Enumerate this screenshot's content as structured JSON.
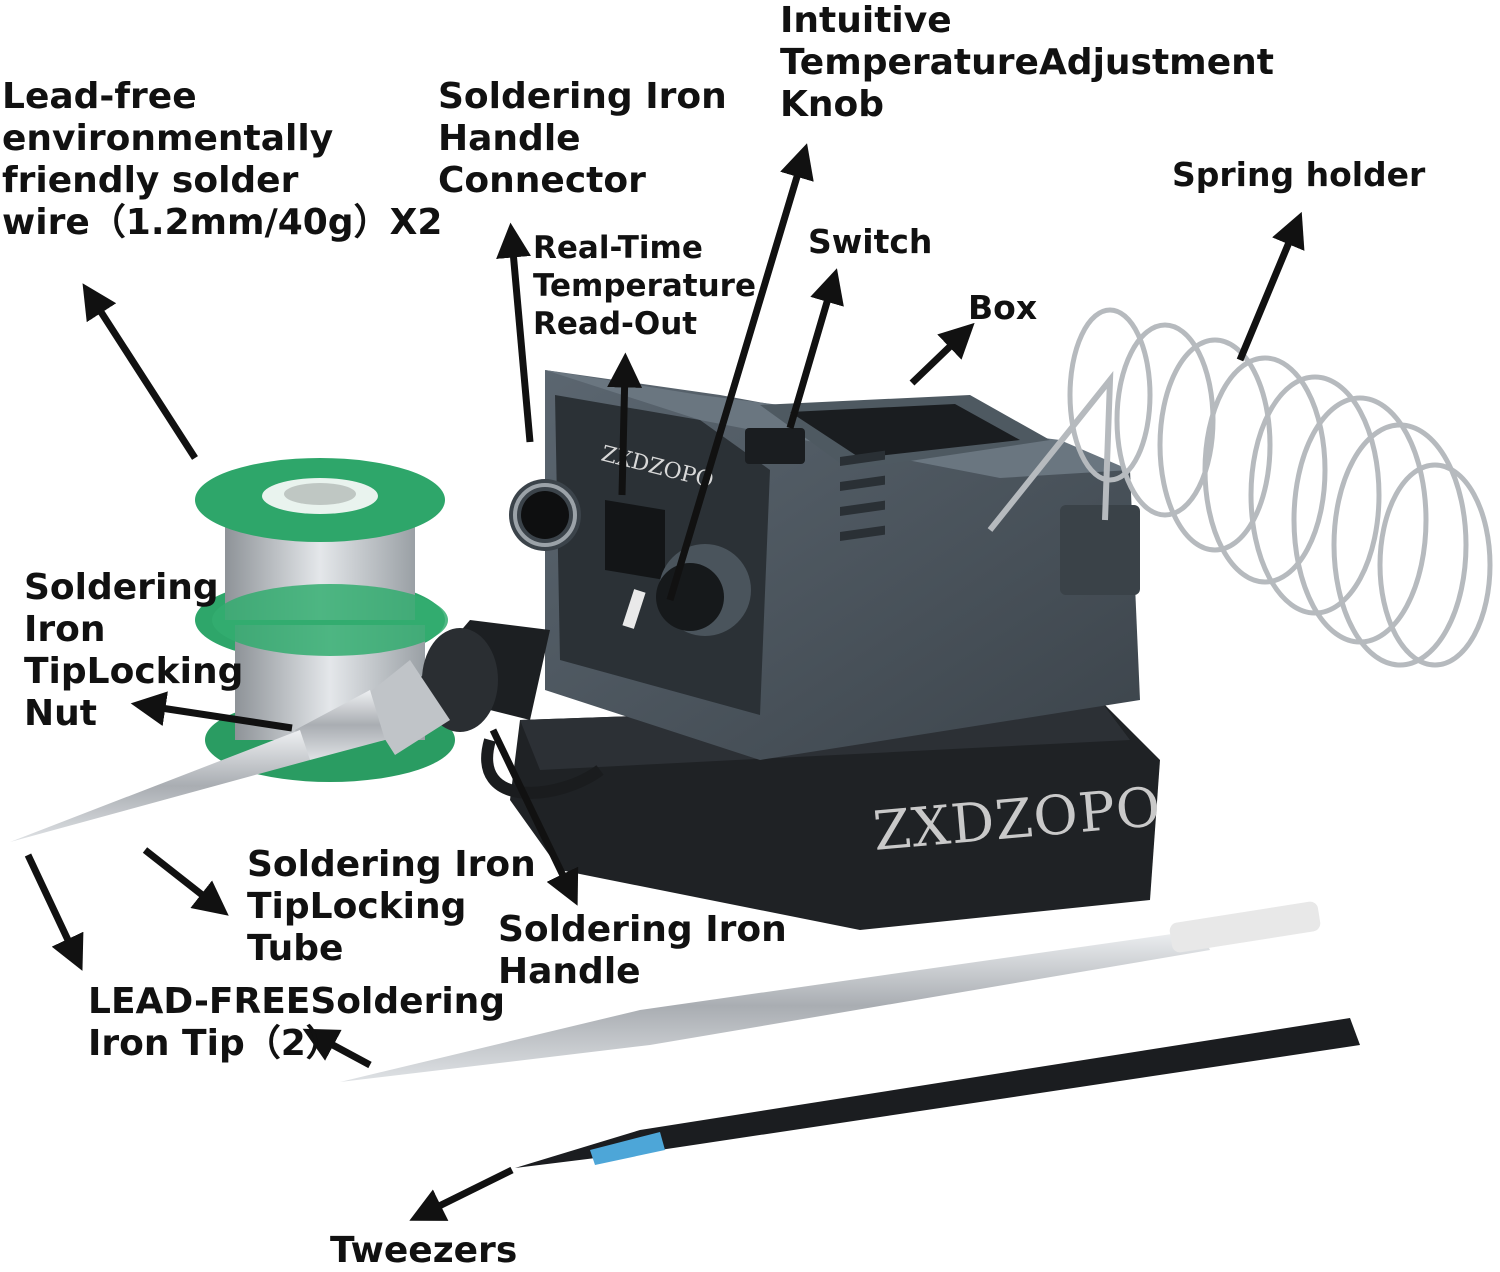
{
  "brand": "ZXDZOPO",
  "colors": {
    "body": "#4b555e",
    "panel": "#2b3136",
    "base": "#1f2225",
    "spool_rim": "#2ea66a",
    "spool_wire": "#b9bdc2",
    "steel": "#c8cbce",
    "arrow": "#111111",
    "tweezer": "#1b1d20"
  },
  "labels": {
    "solder_wire": [
      "Lead-free",
      "environmentally",
      "friendly solder",
      "wire（1.2mm/40g）X2"
    ],
    "handle_connector": [
      "Soldering Iron",
      "Handle",
      "Connector"
    ],
    "temp_readout": [
      "Real-Time",
      "Temperature",
      "Read-Out"
    ],
    "knob": [
      "Intuitive",
      "TemperatureAdjustment",
      "Knob"
    ],
    "switch": [
      "Switch"
    ],
    "box": [
      "Box"
    ],
    "spring_holder": [
      "Spring holder"
    ],
    "tip_nut": [
      "Soldering",
      "Iron",
      "TipLocking",
      "Nut"
    ],
    "tip_tube": [
      "Soldering Iron",
      "TipLocking",
      "Tube"
    ],
    "handle": [
      "Soldering Iron",
      "Handle"
    ],
    "tip": [
      "LEAD-FREESoldering",
      "Iron Tip（2）"
    ],
    "tweezers": [
      "Tweezers"
    ]
  },
  "icons": [
    "arrow-icon"
  ]
}
